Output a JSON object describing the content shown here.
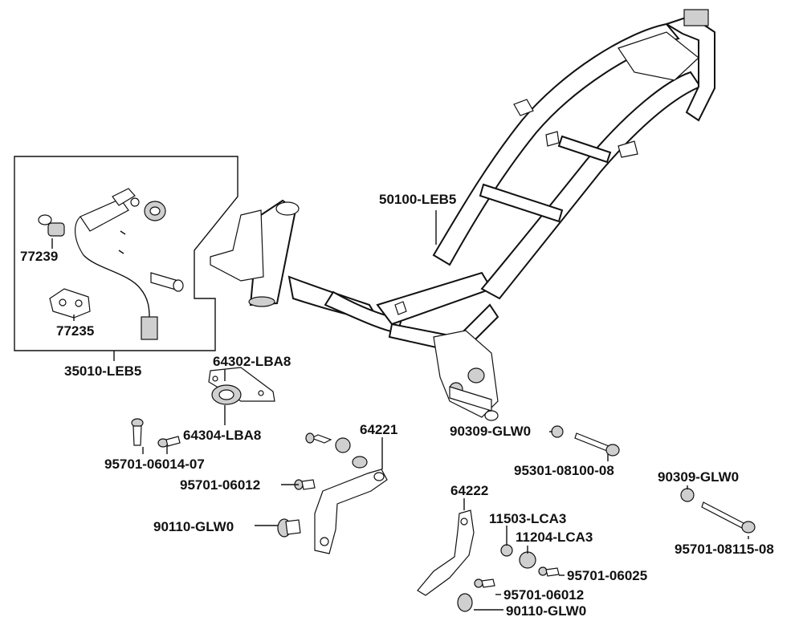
{
  "labels": {
    "frame": "50100-LEB5",
    "key_set": "35010-LEB5",
    "cyl_a": "77239",
    "cyl_b": "77235",
    "bracket": "64302-LBA8",
    "clamp": "64304-LBA8",
    "bolt_left": "95701-06014-07",
    "bolt_mid": "95701-06012",
    "collar_left": "90110-GLW0",
    "plate_a": "64221",
    "nut_a": "90309-GLW0",
    "long_bolt_a": "95301-08100-08",
    "nut_b": "90309-GLW0",
    "long_bolt_b": "95701-08115-08",
    "plate_b": "64222",
    "bush_a": "11503-LCA3",
    "bush_b": "11204-LCA3",
    "bolt_right_a": "95701-06025",
    "bolt_right_b": "95701-06012",
    "collar_right": "90110-GLW0"
  },
  "colors": {
    "line": "#111111",
    "background": "#ffffff",
    "shade": "#cfcfcf"
  }
}
